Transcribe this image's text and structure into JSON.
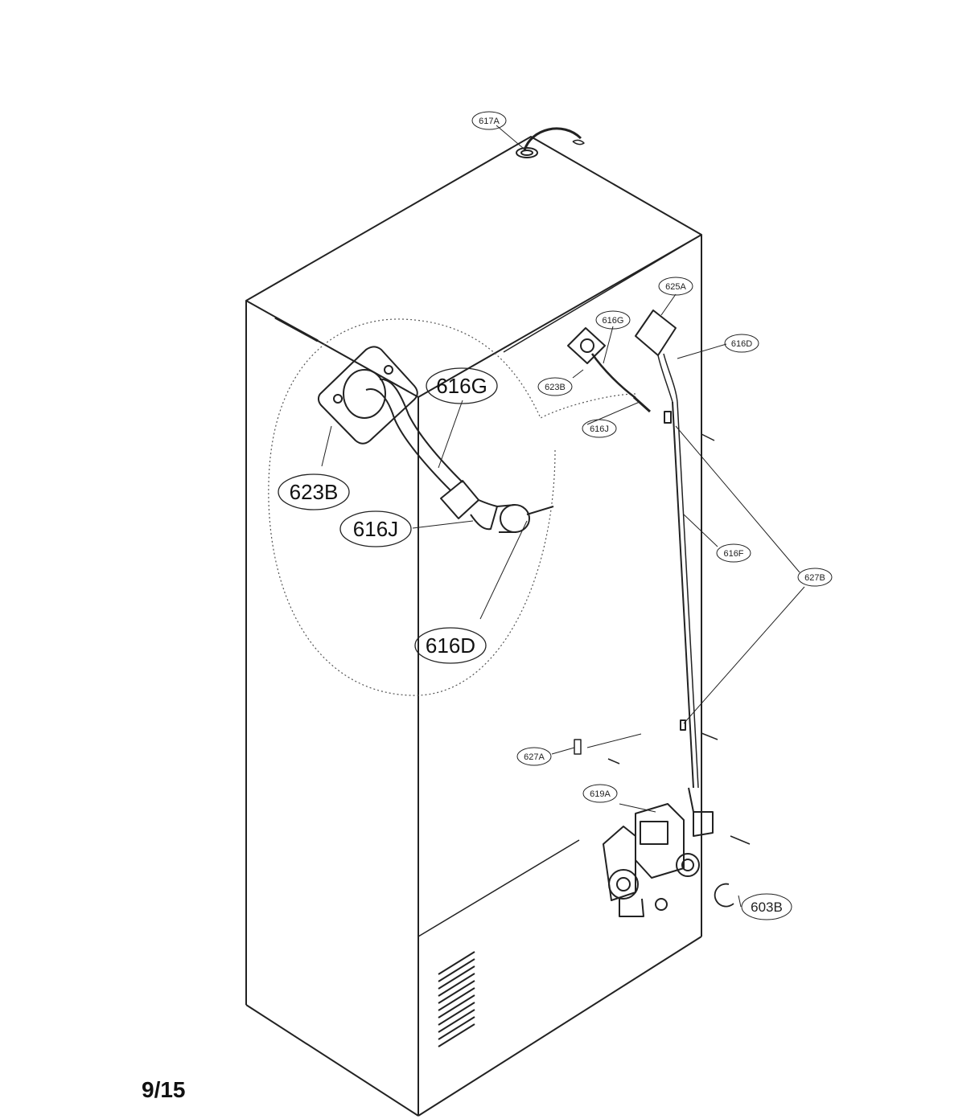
{
  "page": {
    "number": "9/15"
  },
  "callouts": {
    "c617A": "617A",
    "c625A": "625A",
    "c616G": "616G",
    "c616D": "616D",
    "c623B": "623B",
    "c616J": "616J",
    "c616F": "616F",
    "c627B": "627B",
    "c627A": "627A",
    "c619A": "619A",
    "c603B": "603B"
  },
  "detail": {
    "d616G": "616G",
    "d623B": "623B",
    "d616J": "616J",
    "d616D": "616D"
  }
}
